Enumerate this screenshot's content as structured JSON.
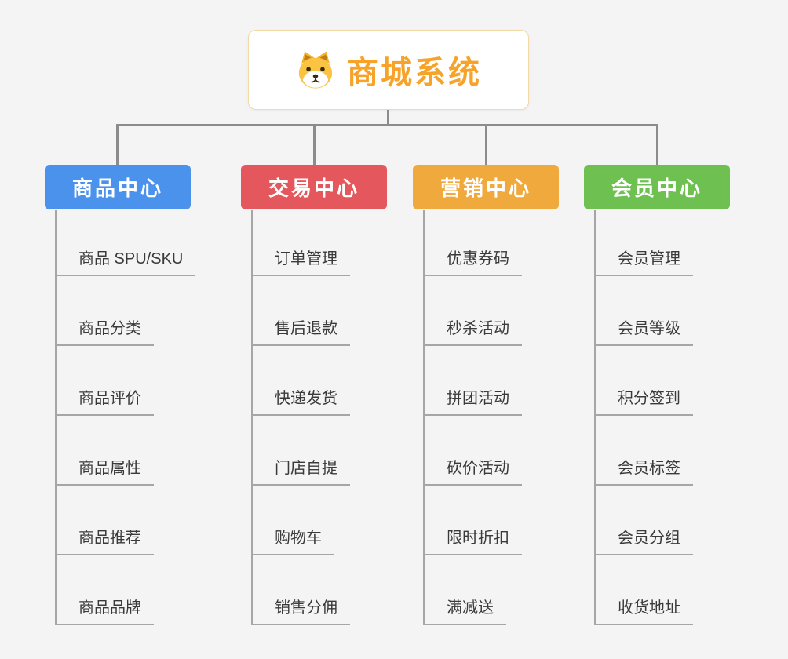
{
  "root": {
    "title": "商城系统",
    "icon": "dog-face"
  },
  "palette": {
    "background": "#f4f4f4",
    "connector": "#8c8c8c",
    "leaf_underline": "#a6a6a6",
    "root_border": "#f3d9a6",
    "root_title_color": "#f7a32a"
  },
  "branches": [
    {
      "label": "商品中心",
      "color": "#4b92ec",
      "children": [
        "商品 SPU/SKU",
        "商品分类",
        "商品评价",
        "商品属性",
        "商品推荐",
        "商品品牌"
      ]
    },
    {
      "label": "交易中心",
      "color": "#e4575c",
      "children": [
        "订单管理",
        "售后退款",
        "快递发货",
        "门店自提",
        "购物车",
        "销售分佣"
      ]
    },
    {
      "label": "营销中心",
      "color": "#efa93c",
      "children": [
        "优惠券码",
        "秒杀活动",
        "拼团活动",
        "砍价活动",
        "限时折扣",
        "满减送"
      ]
    },
    {
      "label": "会员中心",
      "color": "#6ec050",
      "children": [
        "会员管理",
        "会员等级",
        "积分签到",
        "会员标签",
        "会员分组",
        "收货地址"
      ]
    }
  ]
}
